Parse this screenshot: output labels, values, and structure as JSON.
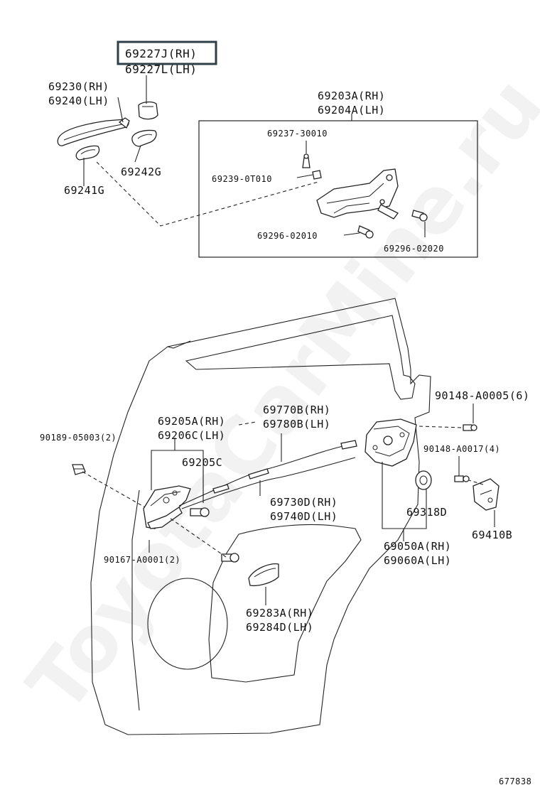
{
  "diagram": {
    "watermark": "ToyotaCarMine.ru",
    "footer_id": "677838",
    "highlight_color": "#2f3f48",
    "labels": {
      "p69227j": "69227J(RH)",
      "p69227l": "69227L(LH)",
      "p69230": "69230(RH)",
      "p69240": "69240(LH)",
      "p69242g": "69242G",
      "p69241g": "69241G",
      "p69203a": "69203A(RH)",
      "p69204a": "69204A(LH)",
      "p69237": "69237-30010",
      "p69239": "69239-0T010",
      "p69296a": "69296-02010",
      "p69296b": "69296-02020",
      "p90148a": "90148-A0005(6)",
      "p90148b": "90148-A0017(4)",
      "p69770b": "69770B(RH)",
      "p69780b": "69780B(LH)",
      "p69205a": "69205A(RH)",
      "p69206c": "69206C(LH)",
      "p69205c": "69205C",
      "p90189": "90189-05003(2)",
      "p69730d": "69730D(RH)",
      "p69740d": "69740D(LH)",
      "p69318d": "69318D",
      "p69410b": "69410B",
      "p69050a": "69050A(RH)",
      "p69060a": "69060A(LH)",
      "p90167": "90167-A0001(2)",
      "p69283a": "69283A(RH)",
      "p69284d": "69284D(LH)"
    }
  }
}
